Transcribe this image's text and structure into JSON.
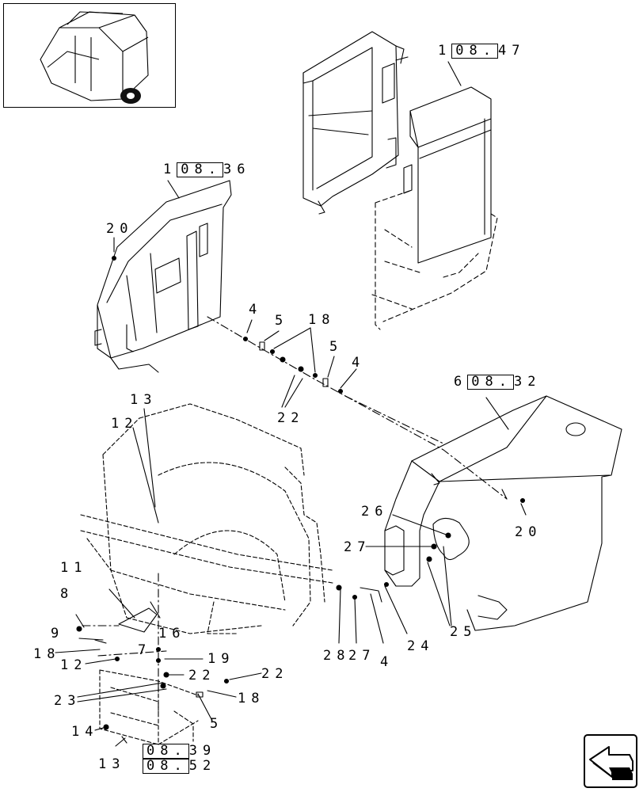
{
  "thumbnail": {
    "icon": "baler-overview-icon"
  },
  "nav": {
    "icon": "previous-page-arrow-icon"
  },
  "refs": {
    "top_right": {
      "lead": "1",
      "box": "08.",
      "tail": "47"
    },
    "left_cover": {
      "lead": "1",
      "box": "08.",
      "tail": "36"
    },
    "right_cover": {
      "lead": "6",
      "box": "08.",
      "tail": "32"
    },
    "bottom_1": {
      "box": "08.",
      "tail": "39"
    },
    "bottom_2": {
      "box": "08.",
      "tail": "52"
    }
  },
  "callouts": {
    "c20a": "20",
    "c4a": "4",
    "c5a": "5",
    "c18a": "18",
    "c5b": "5",
    "c4b": "4",
    "c22a": "22",
    "c13a": "13",
    "c12a": "12",
    "c26": "26",
    "c27a": "27",
    "c20b": "20",
    "c11": "11",
    "c8": "8",
    "c9": "9",
    "c16": "16",
    "c7a": "7",
    "c18b": "18",
    "c12b": "12",
    "c19": "19",
    "c22b": "22",
    "c22c": "22",
    "c23": "23",
    "c18c": "18",
    "c5c": "5",
    "c14": "14",
    "c13b": "13",
    "c28": "28",
    "c27b": "27",
    "c4c": "4",
    "c24": "24",
    "c25": "25"
  }
}
